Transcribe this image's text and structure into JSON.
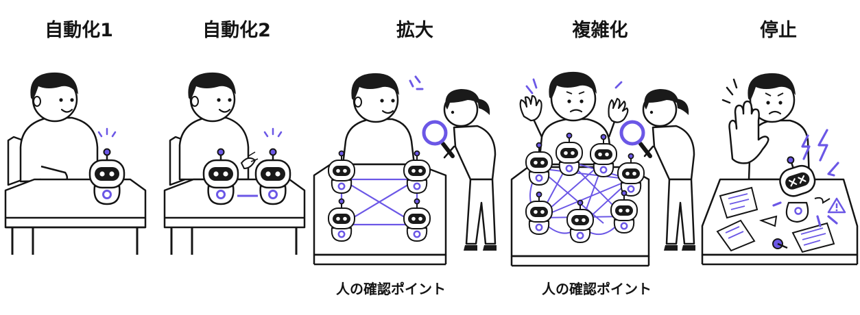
{
  "stages": [
    {
      "title": "自動化1"
    },
    {
      "title": "自動化2"
    },
    {
      "title": "拡大",
      "note": "人の確認ポイント"
    },
    {
      "title": "複雑化",
      "note": "人の確認ポイント"
    },
    {
      "title": "停止"
    }
  ],
  "colors": {
    "ink": "#141414",
    "accent": "#6b57e6",
    "paper": "#ffffff"
  },
  "icons": [
    "robot-icon",
    "magnifying-glass-icon",
    "lightning-icon",
    "warning-icon",
    "person-icon"
  ]
}
